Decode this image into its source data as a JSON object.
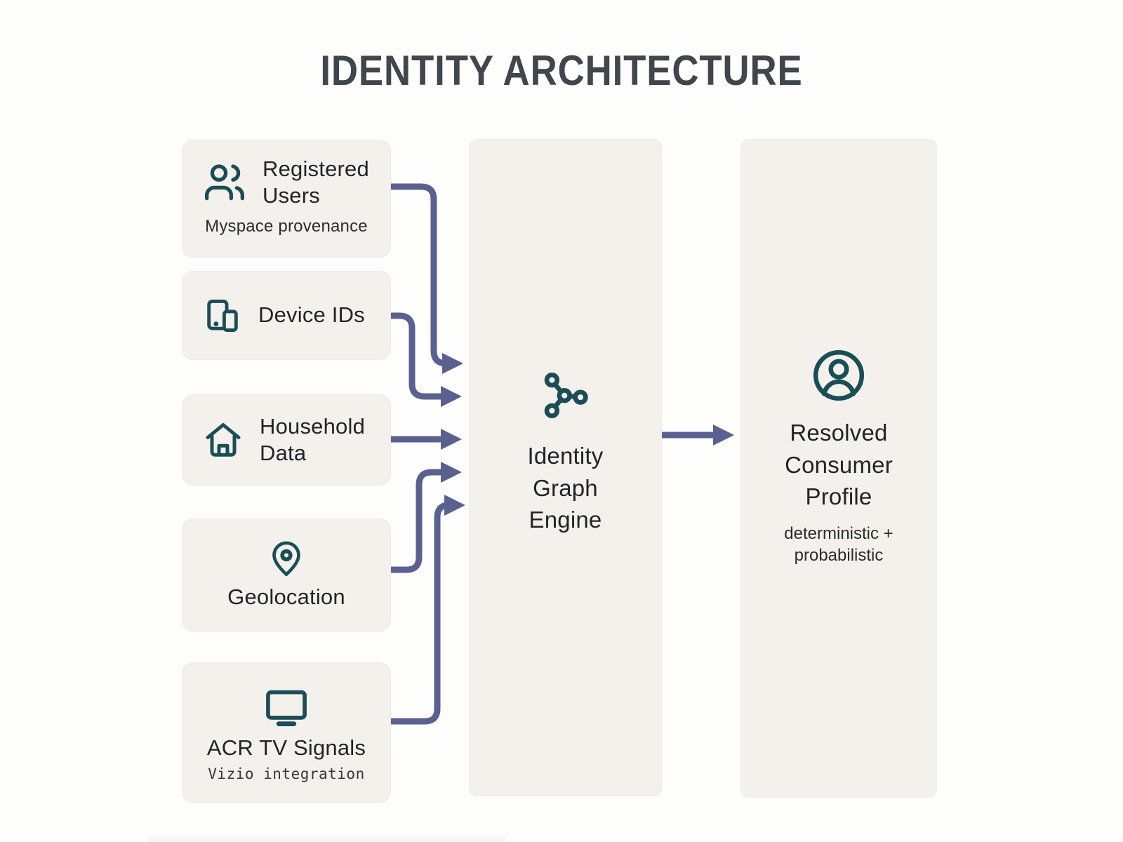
{
  "title": "IDENTITY ARCHITECTURE",
  "sources": [
    {
      "id": "registered-users",
      "icon": "users-icon",
      "label": "Registered Users",
      "subtitle": "Myspace provenance"
    },
    {
      "id": "device-ids",
      "icon": "devices-icon",
      "label": "Device IDs"
    },
    {
      "id": "household-data",
      "icon": "home-icon",
      "label": "Household Data"
    },
    {
      "id": "geolocation",
      "icon": "map-pin-icon",
      "label": "Geolocation"
    },
    {
      "id": "acr-tv-signals",
      "icon": "tv-icon",
      "label": "ACR TV Signals",
      "subtitle": "Vizio integration"
    }
  ],
  "engine": {
    "icon": "network-graph-icon",
    "lines": [
      "Identity",
      "Graph",
      "Engine"
    ]
  },
  "profile": {
    "icon": "user-circle-icon",
    "lines": [
      "Resolved",
      "Consumer",
      "Profile"
    ],
    "subtitle": "deterministic + probabilistic"
  },
  "connections": [
    {
      "from": "Registered Users",
      "to": "Identity Graph Engine"
    },
    {
      "from": "Device IDs",
      "to": "Identity Graph Engine"
    },
    {
      "from": "Household Data",
      "to": "Identity Graph Engine"
    },
    {
      "from": "Geolocation",
      "to": "Identity Graph Engine"
    },
    {
      "from": "ACR TV Signals",
      "to": "Identity Graph Engine"
    },
    {
      "from": "Identity Graph Engine",
      "to": "Resolved Consumer Profile"
    }
  ],
  "colors": {
    "panel_bg": "#f4f1ec",
    "icon_teal": "#1a4e57",
    "arrow": "#5a6190",
    "title_text": "#3f464c",
    "label_text": "#1f2428"
  }
}
